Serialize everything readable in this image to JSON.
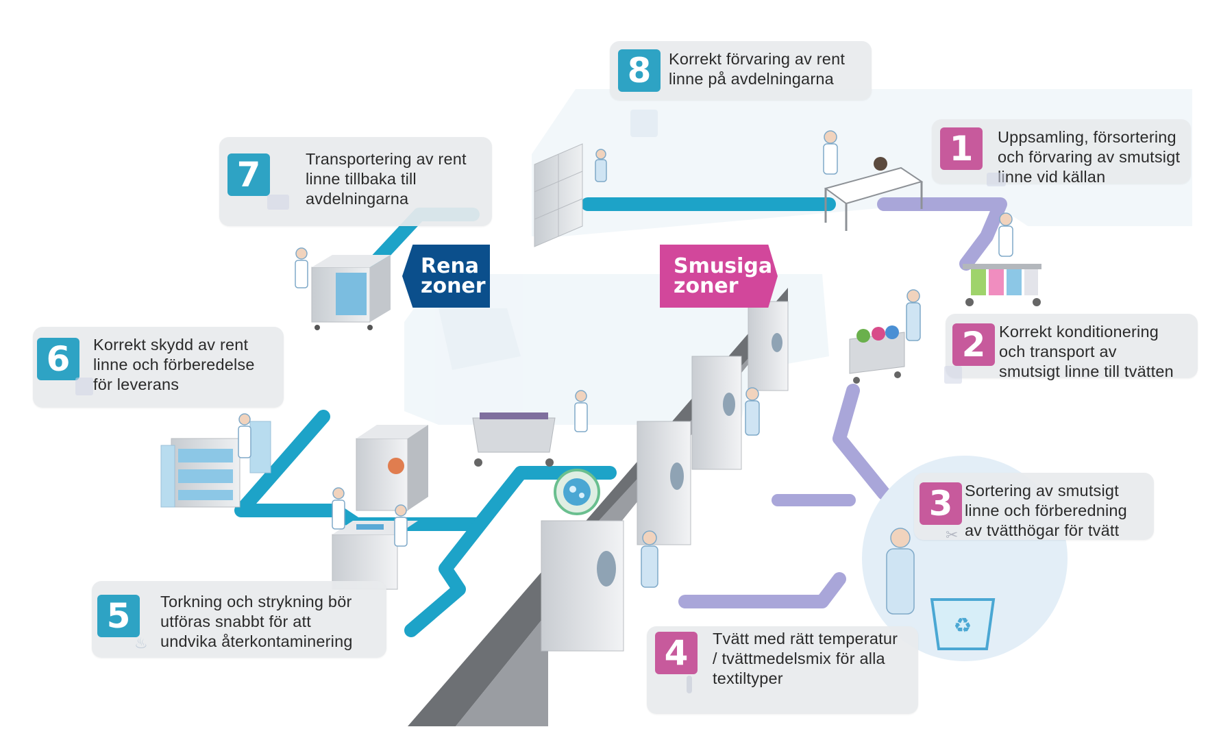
{
  "zones": {
    "clean_label": "Rena\nzoner",
    "dirty_label": "Smusiga\nzoner"
  },
  "colors": {
    "clean_path": "#1da3c8",
    "dirty_path": "#a9a6d9",
    "clean_badge": "#2ea3c4",
    "dirty_badge": "#c75a9c",
    "clean_zone": "#0b4f8c",
    "dirty_zone": "#d2479b"
  },
  "steps": [
    {
      "number": "1",
      "zone": "dirty",
      "icon": "hamper-icon",
      "text": "Uppsamling, försortering\noch förvaring av smutsigt\nlinne vid källan"
    },
    {
      "number": "2",
      "zone": "dirty",
      "icon": "box-icon",
      "text": "Korrekt konditionering\noch transport av\nsmutsigt linne till tvätten"
    },
    {
      "number": "3",
      "zone": "dirty",
      "icon": "scissors-icon",
      "text": "Sortering av smutsigt\nlinne och förberedning\nav tvätthögar för tvätt"
    },
    {
      "number": "4",
      "zone": "dirty",
      "icon": "thermometer-icon",
      "text": "Tvätt med rätt temperatur\n/ tvättmedelsmix för alla\ntextiltyper"
    },
    {
      "number": "5",
      "zone": "clean",
      "icon": "steam-icon",
      "text": "Torkning och strykning bör\nutföras snabbt för att\nundvika återkontaminering"
    },
    {
      "number": "6",
      "zone": "clean",
      "icon": "package-icon",
      "text": "Korrekt skydd av rent\nlinne och förberedelse\nför leverans"
    },
    {
      "number": "7",
      "zone": "clean",
      "icon": "cart-icon",
      "text": "Transportering av rent\nlinne tillbaka till\navdelningarna"
    },
    {
      "number": "8",
      "zone": "clean",
      "icon": "shelf-icon",
      "text": "Korrekt förvaring av rent\nlinne på avdelningarna"
    }
  ]
}
